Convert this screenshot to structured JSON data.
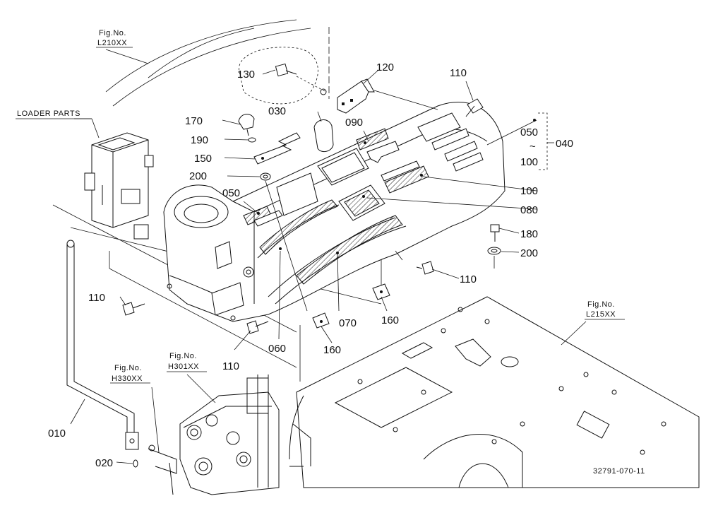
{
  "diagram": {
    "figure_refs": [
      {
        "line1": "Fig.No.",
        "line2": "L210XX"
      },
      {
        "line1": "Fig.No.",
        "line2": "L215XX"
      },
      {
        "line1": "Fig.No.",
        "line2": "H330XX"
      },
      {
        "line1": "Fig.No.",
        "line2": "H301XX"
      }
    ],
    "group_label": "LOADER PARTS",
    "range": {
      "from": "050",
      "tilde": "~",
      "to": "100",
      "assembly": "040"
    },
    "parts": [
      "010",
      "020",
      "030",
      "050",
      "060",
      "070",
      "080",
      "090",
      "100",
      "110",
      "120",
      "130",
      "150",
      "160",
      "170",
      "180",
      "190",
      "200"
    ],
    "callouts": [
      {
        "part": "130"
      },
      {
        "part": "120"
      },
      {
        "part": "110"
      },
      {
        "part": "170"
      },
      {
        "part": "030"
      },
      {
        "part": "090"
      },
      {
        "part": "190"
      },
      {
        "part": "150"
      },
      {
        "part": "200"
      },
      {
        "part": "050"
      },
      {
        "part": "100"
      },
      {
        "part": "080"
      },
      {
        "part": "180"
      },
      {
        "part": "200"
      },
      {
        "part": "110"
      },
      {
        "part": "110"
      },
      {
        "part": "160"
      },
      {
        "part": "070"
      },
      {
        "part": "060"
      },
      {
        "part": "160"
      },
      {
        "part": "110"
      },
      {
        "part": "010"
      },
      {
        "part": "020"
      }
    ],
    "drawing_number": "32791-070-11"
  }
}
